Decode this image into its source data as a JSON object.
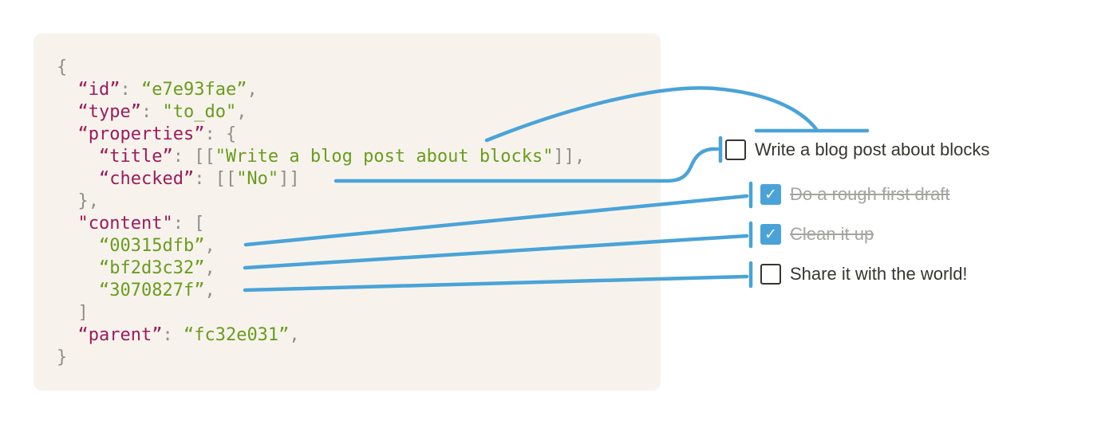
{
  "colors": {
    "background": "#ffffff",
    "code_background": "#f7f3ec",
    "code_key": "#9c1a5c",
    "code_value": "#6a9c1f",
    "code_punctuation": "#8f8e8b",
    "accent_blue": "#4aa3d8",
    "todo_text": "#37352f",
    "todo_done_text": "#a5a4a1"
  },
  "icons": {
    "check_icon": "✓"
  },
  "code_block": {
    "lines": [
      [
        [
          "p",
          "{"
        ]
      ],
      [
        [
          "p",
          "  "
        ],
        [
          "k",
          "“id”"
        ],
        [
          "p",
          ": "
        ],
        [
          "v",
          "“e7e93fae”"
        ],
        [
          "p",
          ","
        ]
      ],
      [
        [
          "p",
          "  "
        ],
        [
          "k",
          "“type”"
        ],
        [
          "p",
          ": "
        ],
        [
          "v",
          "\"to_do\""
        ],
        [
          "p",
          ","
        ]
      ],
      [
        [
          "p",
          "  "
        ],
        [
          "k",
          "“properties”"
        ],
        [
          "p",
          ": {"
        ]
      ],
      [
        [
          "p",
          "    "
        ],
        [
          "k",
          "“title”"
        ],
        [
          "p",
          ": [["
        ],
        [
          "v",
          "\"Write a blog post about blocks\""
        ],
        [
          "p",
          "]],"
        ]
      ],
      [
        [
          "p",
          "    "
        ],
        [
          "k",
          "“checked”"
        ],
        [
          "p",
          ": [["
        ],
        [
          "v",
          "\"No\""
        ],
        [
          "p",
          "]]"
        ]
      ],
      [
        [
          "p",
          "  },"
        ]
      ],
      [
        [
          "p",
          "  "
        ],
        [
          "k",
          "\"content\""
        ],
        [
          "p",
          ": ["
        ]
      ],
      [
        [
          "p",
          "    "
        ],
        [
          "v",
          "“00315dfb”"
        ],
        [
          "p",
          ","
        ]
      ],
      [
        [
          "p",
          "    "
        ],
        [
          "v",
          "“bf2d3c32”"
        ],
        [
          "p",
          ","
        ]
      ],
      [
        [
          "p",
          "    "
        ],
        [
          "v",
          "“3070827f”"
        ],
        [
          "p",
          ","
        ]
      ],
      [
        [
          "p",
          "  ]"
        ]
      ],
      [
        [
          "p",
          "  "
        ],
        [
          "k",
          "“parent”"
        ],
        [
          "p",
          ": "
        ],
        [
          "v",
          "“fc32e031”"
        ],
        [
          "p",
          ","
        ]
      ],
      [
        [
          "p",
          "}"
        ]
      ]
    ]
  },
  "todo_list": {
    "items": [
      {
        "label": "Write a blog post about blocks",
        "checked": false,
        "indent": 0
      },
      {
        "label": "Do a rough first draft",
        "checked": true,
        "indent": 1
      },
      {
        "label": "Clean it up",
        "checked": true,
        "indent": 1
      },
      {
        "label": "Share it with the world!",
        "checked": false,
        "indent": 1
      }
    ]
  }
}
